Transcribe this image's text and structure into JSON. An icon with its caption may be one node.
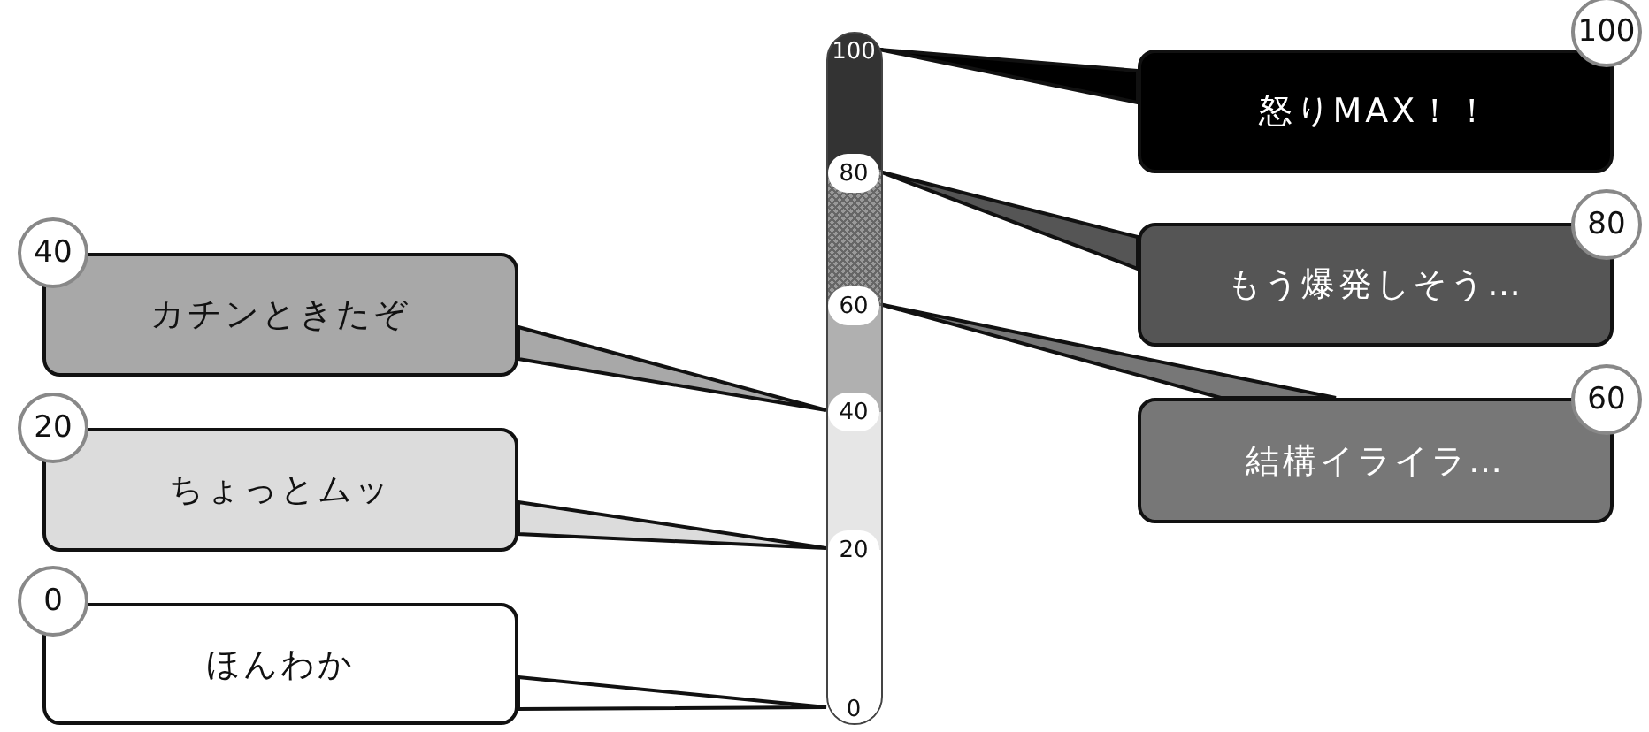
{
  "diagram": {
    "nodes": [
      {
        "text": [],
        "shape": "bar"
      },
      {
        "text": [
          "100"
        ],
        "in": 0
      },
      {
        "text": [
          "80"
        ],
        "in": 0
      },
      {
        "text": [
          "60"
        ],
        "in": 0
      },
      {
        "text": [
          "40"
        ],
        "in": 0
      },
      {
        "text": [
          "20"
        ],
        "in": 0
      },
      {
        "text": [
          "0"
        ],
        "in": 0
      },
      {
        "text": [
          "怒りMAX！！"
        ],
        "beside": [
          "100"
        ]
      },
      {
        "text": [
          "もう爆発しそう…"
        ],
        "beside": [
          "80"
        ]
      },
      {
        "text": [
          "結構イライラ…"
        ],
        "beside": [
          "60"
        ]
      },
      {
        "text": [
          "カチンときたぞ"
        ],
        "beside": [
          "40"
        ]
      },
      {
        "text": [
          "ちょっとムッ"
        ],
        "beside": [
          "20"
        ]
      },
      {
        "text": [
          "ほんわか"
        ],
        "beside": [
          "0"
        ]
      }
    ],
    "edges": [
      {
        "from": 7,
        "to": 1,
        "arrow": "none"
      },
      {
        "from": 8,
        "to": 2,
        "arrow": "none"
      },
      {
        "from": 9,
        "to": 3,
        "arrow": "none"
      },
      {
        "from": 10,
        "to": 4,
        "arrow": "none"
      },
      {
        "from": 11,
        "to": 5,
        "arrow": "none"
      },
      {
        "from": 12,
        "to": 6,
        "arrow": "none"
      }
    ]
  }
}
